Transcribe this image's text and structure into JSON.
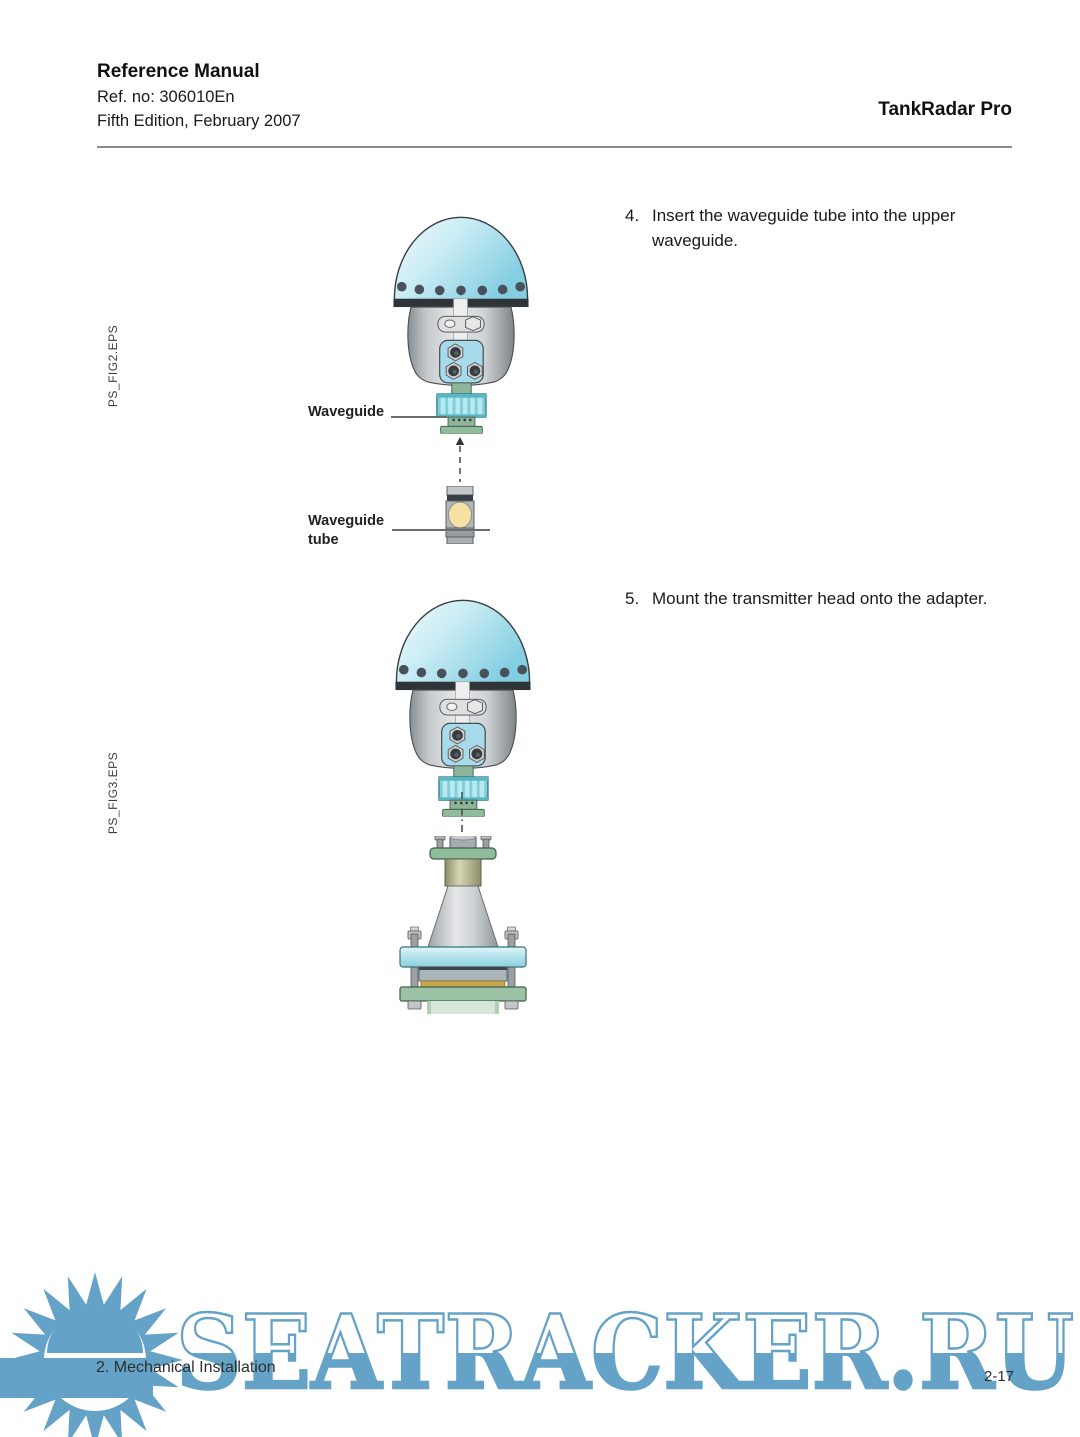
{
  "header": {
    "manual_title": "Reference Manual",
    "ref_no": "Ref. no: 306010En",
    "edition": "Fifth Edition, February 2007",
    "product_title": "TankRadar Pro"
  },
  "steps": [
    {
      "number": "4.",
      "text": "Insert the waveguide tube into the upper waveguide."
    },
    {
      "number": "5.",
      "text": "Mount the transmitter head onto the adapter."
    }
  ],
  "figure1": {
    "caption": "PS_FIG2.EPS",
    "label_waveguide": "Waveguide",
    "label_waveguide_tube": "Waveguide tube"
  },
  "figure2": {
    "caption": "PS_FIG3.EPS"
  },
  "footer": {
    "section": "2. Mechanical Installation",
    "page_number": "2-17"
  },
  "watermark": {
    "text": "SEATRACKER.RU",
    "color": "#64a3c7"
  }
}
